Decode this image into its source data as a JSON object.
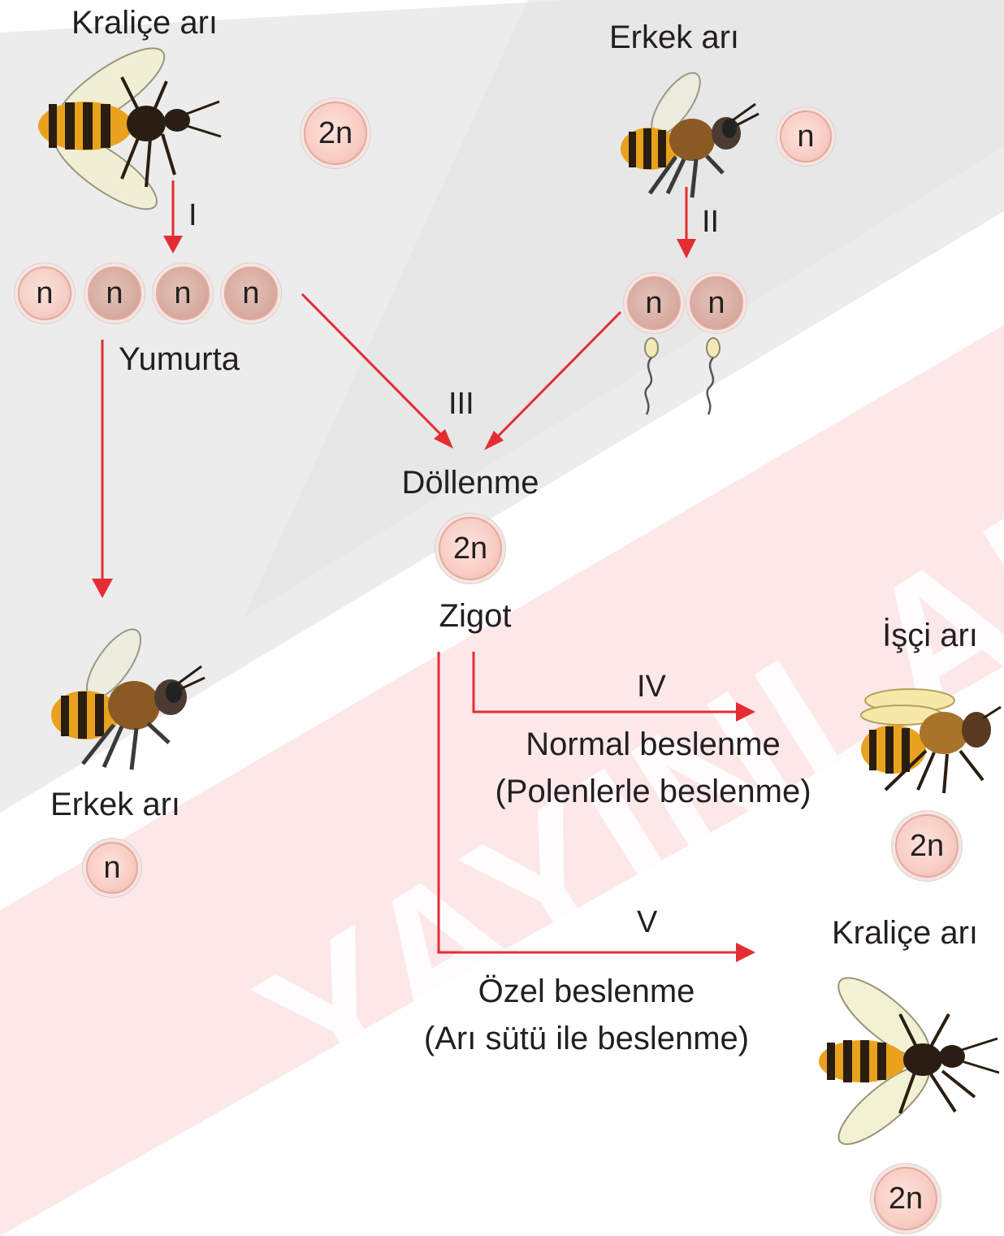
{
  "queen_top": {
    "label": "Kraliçe arı",
    "ploidy": "2n"
  },
  "male_top": {
    "label": "Erkek arı",
    "ploidy": "n"
  },
  "steps": {
    "i": "I",
    "ii": "II",
    "iii": "III",
    "iv": "IV",
    "v": "V"
  },
  "eggs": {
    "cells": [
      "n",
      "n",
      "n",
      "n"
    ],
    "label": "Yumurta"
  },
  "sperm": {
    "cells": [
      "n",
      "n"
    ]
  },
  "fertilization": {
    "label": "Döllenme",
    "ploidy": "2n",
    "zygote_label": "Zigot"
  },
  "male_bottom": {
    "label": "Erkek arı",
    "ploidy": "n"
  },
  "worker": {
    "label": "İşçi arı",
    "ploidy": "2n",
    "feeding_line1": "Normal beslenme",
    "feeding_line2": "(Polenlerle beslenme)"
  },
  "queen_bottom": {
    "label": "Kraliçe arı",
    "ploidy": "2n",
    "feeding_line1": "Özel beslenme",
    "feeding_line2": "(Arı sütü ile beslenme)"
  },
  "watermark": {
    "text": "YAYINLAR",
    "color": "#e8303a"
  },
  "colors": {
    "arrow": "#e42d33",
    "cell_fill": "#f8cdc4",
    "cell_border": "#e7a89d"
  }
}
